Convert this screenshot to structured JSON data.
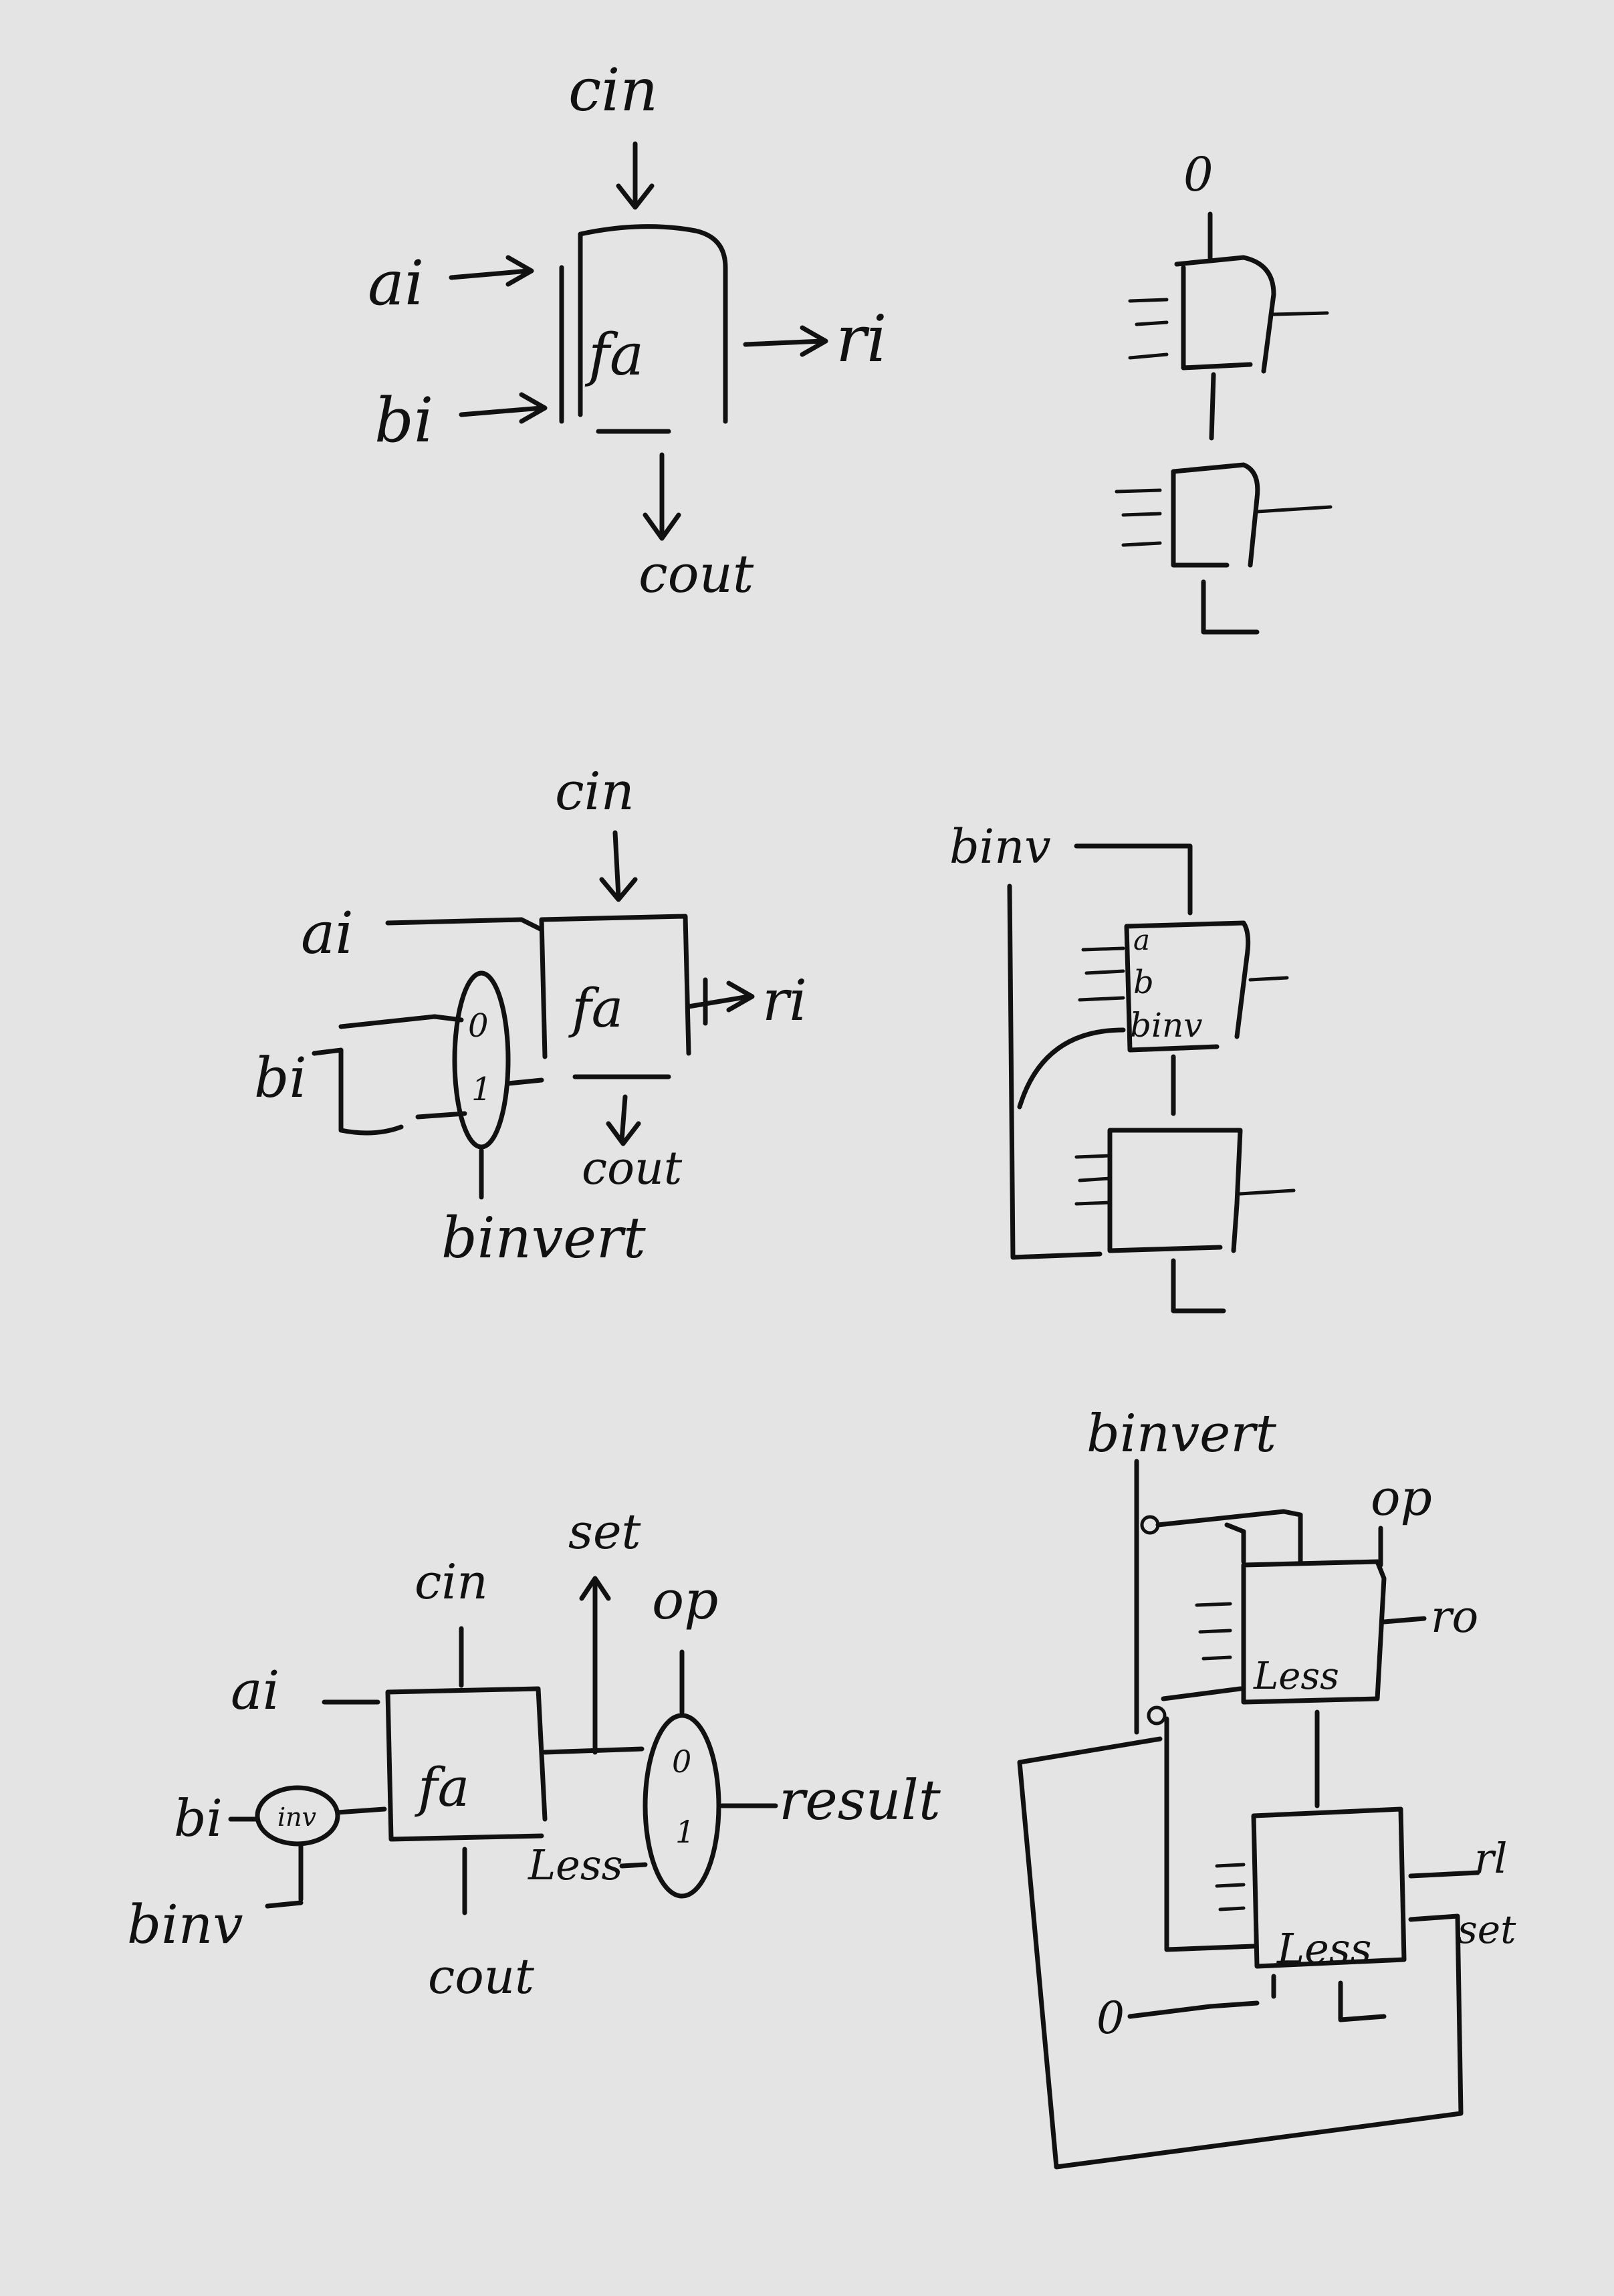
{
  "diagram1": {
    "cin": "cin",
    "a": "ai",
    "b": "bi",
    "fa": "fa",
    "r": "ri",
    "cout": "cout"
  },
  "diagram2": {
    "top": "0",
    "bottom": "L"
  },
  "diagram3": {
    "cin": "cin",
    "a": "ai",
    "b": "bi",
    "fa": "fa",
    "r": "ri",
    "cout": "cout",
    "mux0": "0",
    "mux1": "1",
    "sel": "binvert"
  },
  "diagram4": {
    "binv": "binv",
    "in_a": "a",
    "in_b": "b",
    "in_binv": "binv",
    "bottom": "L"
  },
  "diagram5": {
    "cin": "cin",
    "set": "set",
    "op": "op",
    "a": "ai",
    "b": "bi",
    "inv": "inv",
    "binv": "binv",
    "fa": "fa",
    "less": "Less",
    "mux0": "0",
    "mux1": "1",
    "result": "result",
    "cout": "cout"
  },
  "diagram6": {
    "binvert": "binvert",
    "op": "op",
    "r0": "ro",
    "less_top": "Less",
    "r1": "rl",
    "set": "set",
    "less_bottom": "Less",
    "zero": "0"
  }
}
